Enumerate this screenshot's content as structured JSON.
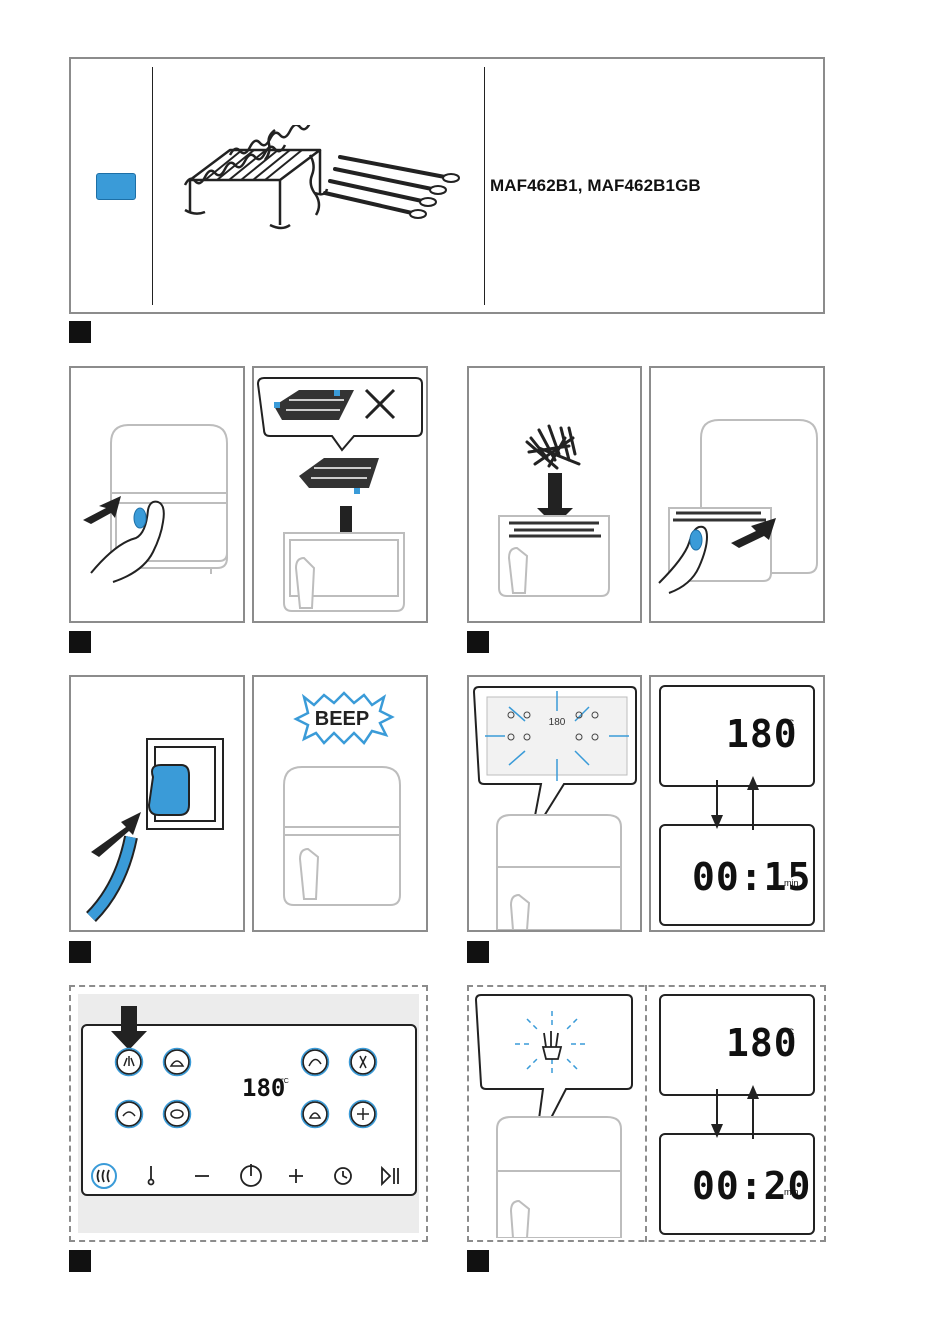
{
  "header": {
    "model_text": "MAF462B1, MAF462B1GB"
  },
  "icons": {
    "accessory": "grill-rack-and-skewers-icon",
    "warning": "cross-icon",
    "arrow": "arrow-icon"
  },
  "colors": {
    "accent": "#3a9bd8",
    "frame": "#8c8c8c",
    "panel_bg": "#ececec"
  },
  "steps": {
    "beep_label": "BEEP"
  },
  "display": {
    "temp_value": "180",
    "temp_unit": "°C",
    "timer_a": "00:15",
    "timer_b": "00:20",
    "timer_unit": "min"
  },
  "control_panel": {
    "temp_value": "180",
    "temp_unit": "°C"
  }
}
